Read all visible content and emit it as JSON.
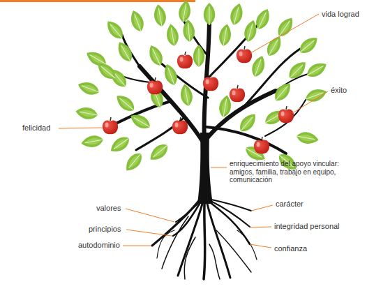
{
  "diagram": {
    "labels": [
      "vida lograd",
      "éxito",
      "felicidad",
      "enriquecimiento del apoyo vincular: amigos, familia, trabajo en equipo, comunicación",
      "valores",
      "carácter",
      "principios",
      "integridad personal",
      "autodominio",
      "confianza"
    ]
  }
}
